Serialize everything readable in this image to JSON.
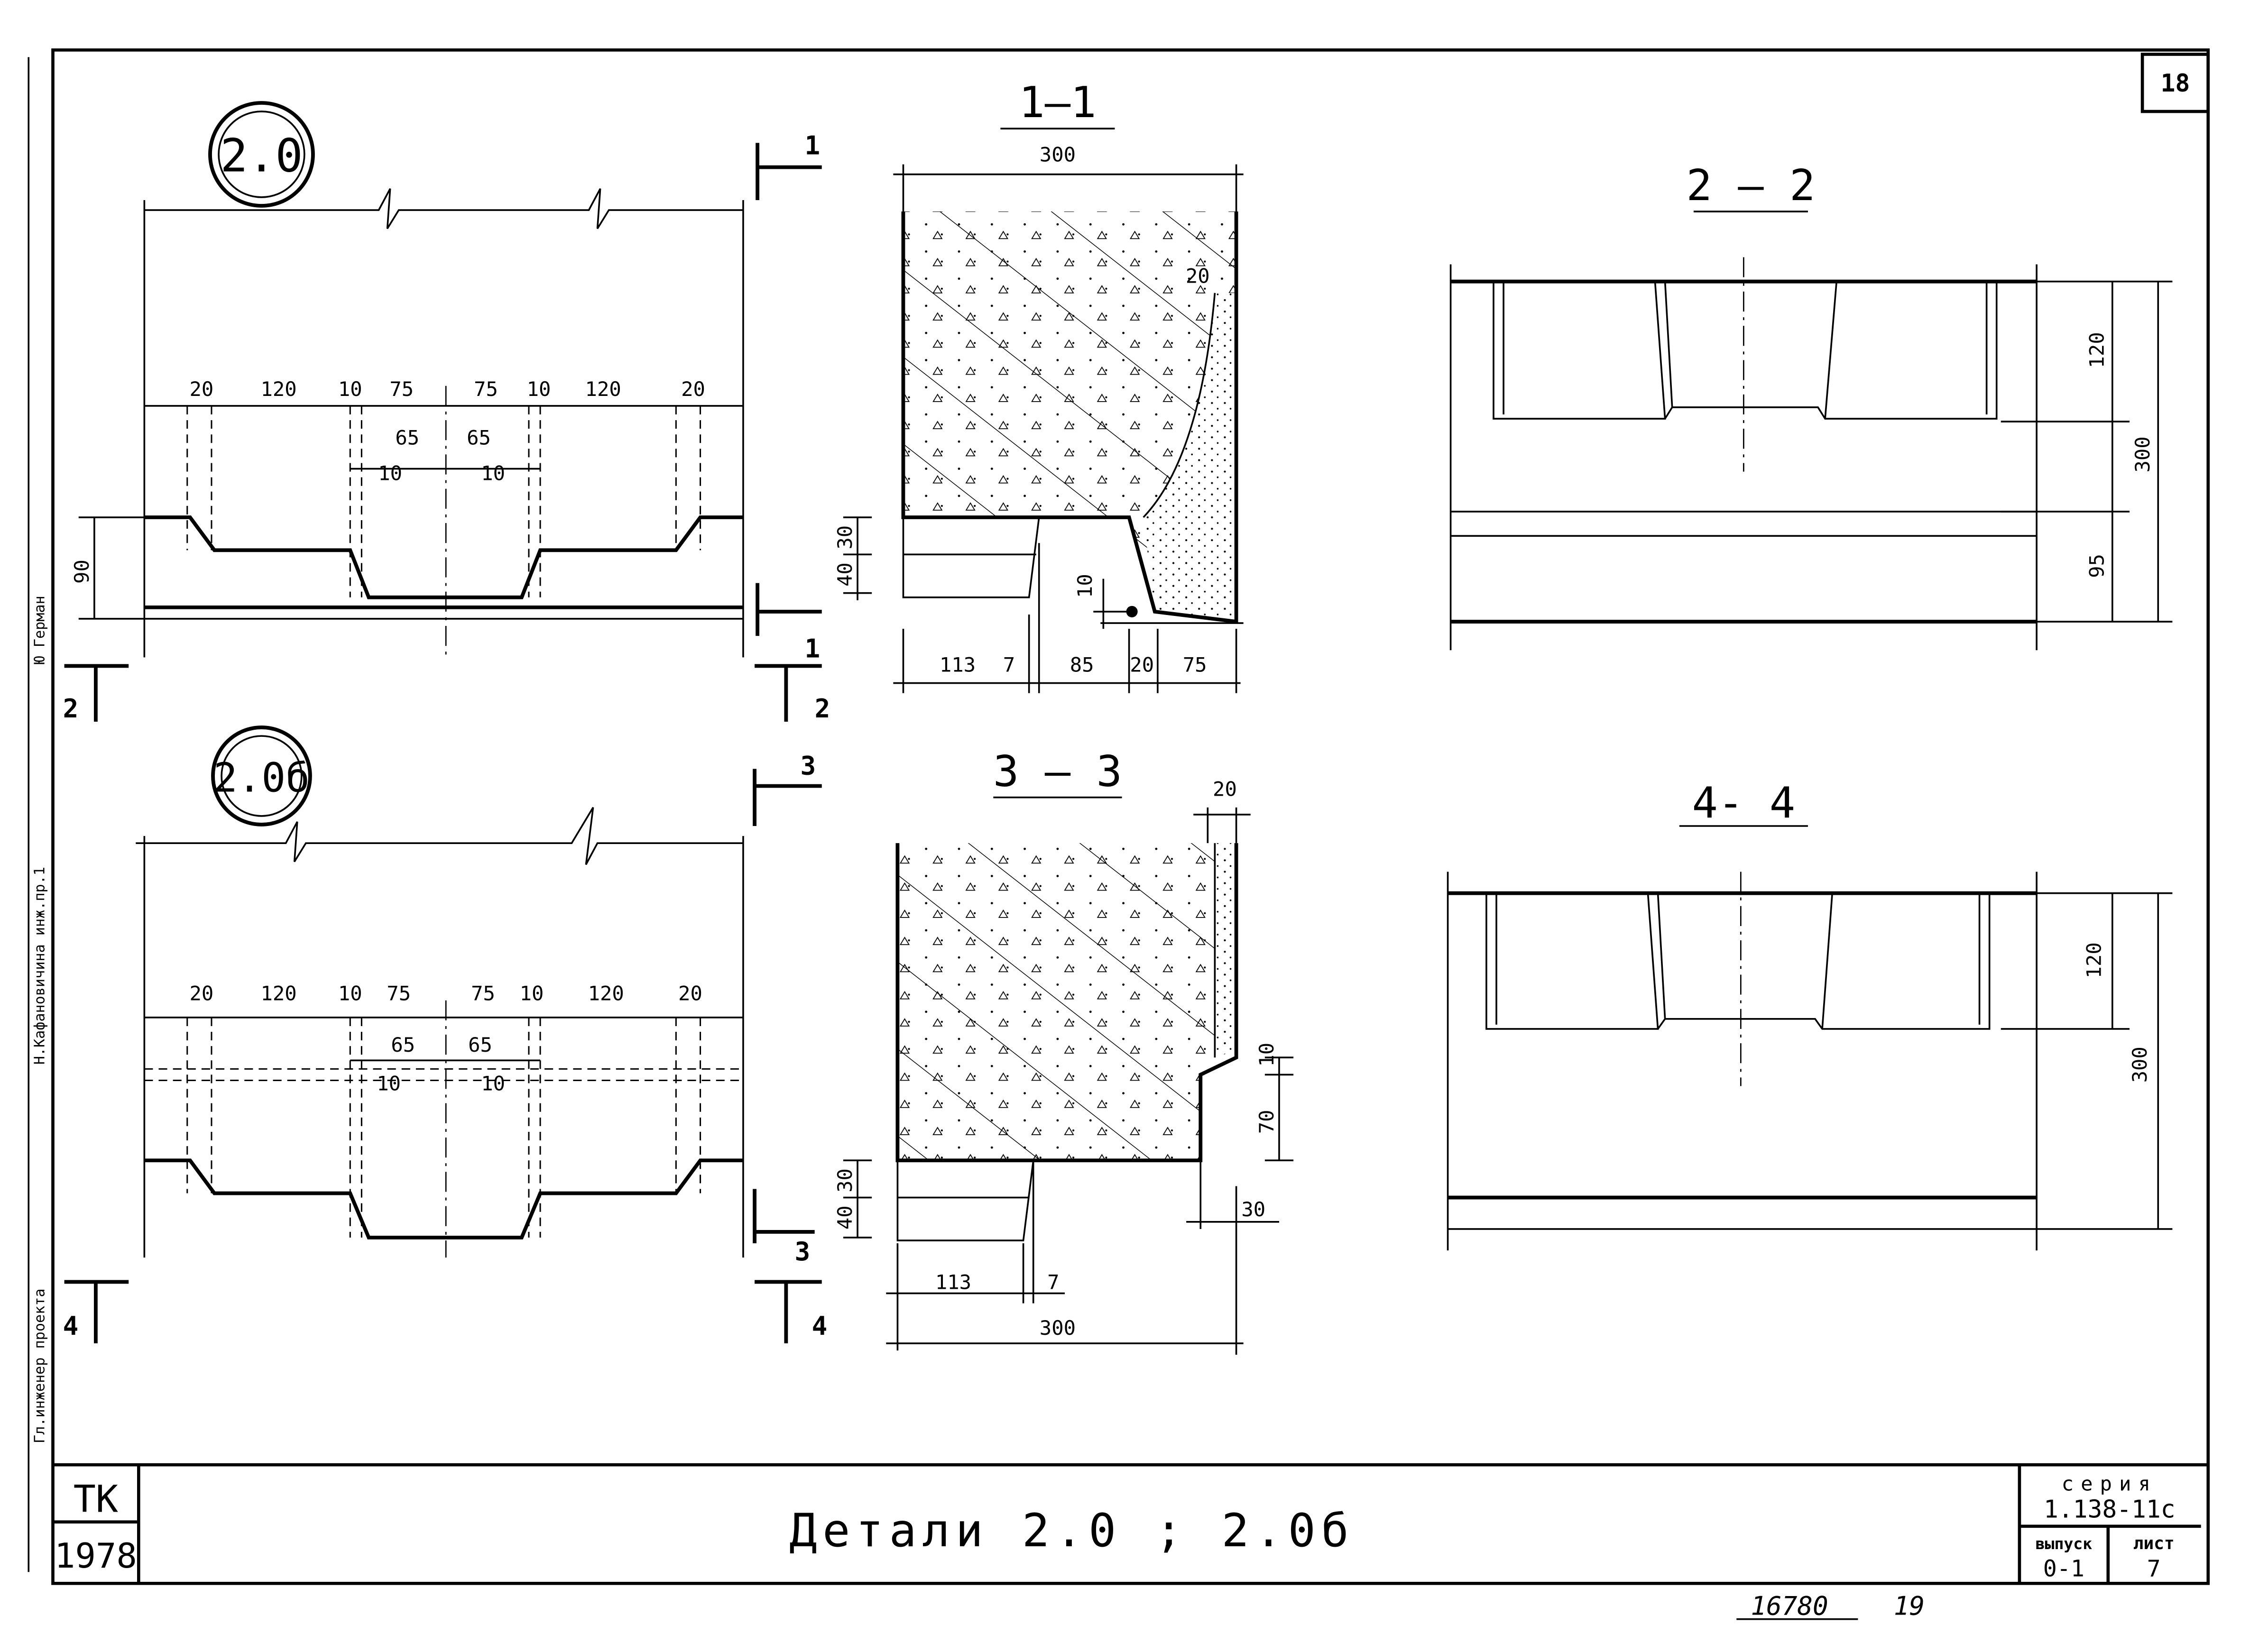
{
  "sheet_number": "18",
  "margin_text": [
    "Ю Герман",
    "Н.Кафановичина инж.пр.1",
    "Гл.инженер проекта"
  ],
  "detail_2_0": {
    "label": "2.0",
    "dims_top": [
      "20",
      "120",
      "10",
      "75",
      "75",
      "10",
      "120",
      "20"
    ],
    "dims_inner": [
      "65",
      "65"
    ],
    "dims_inner2": [
      "10",
      "10"
    ],
    "height": "90",
    "sections": [
      "1",
      "1",
      "2",
      "2"
    ]
  },
  "detail_2_0b": {
    "label": "2.0б",
    "dims_top": [
      "20",
      "120",
      "10",
      "75",
      "75",
      "10",
      "120",
      "20"
    ],
    "dims_inner": [
      "65",
      "65"
    ],
    "dims_inner2": [
      "10",
      "10"
    ],
    "sections": [
      "3",
      "3",
      "4",
      "4"
    ]
  },
  "section_1_1": {
    "title": "1—1",
    "width": "300",
    "side": "20",
    "left_dims": [
      "30",
      "40"
    ],
    "small": "10",
    "bottom_dims": [
      "113",
      "7",
      "85",
      "20",
      "75"
    ]
  },
  "section_3_3": {
    "title": "3 — 3",
    "side": "20",
    "left_dims": [
      "30",
      "40"
    ],
    "right_dims": [
      "10",
      "70",
      "30"
    ],
    "bottom_dims": [
      "113",
      "7"
    ],
    "width": "300"
  },
  "section_2_2": {
    "title": "2 — 2",
    "dims": [
      "120",
      "300",
      "95"
    ]
  },
  "section_4_4": {
    "title": "4- 4",
    "dims": [
      "120",
      "300"
    ]
  },
  "title_block": {
    "org": "ТК",
    "year": "1978",
    "title": "Детали 2.0 ; 2.0б",
    "series_label": "серия",
    "series": "1.138-11с",
    "issue_label": "выпуск",
    "issue": "0-1",
    "sheet_label": "лист",
    "sheet": "7"
  },
  "archive_number": "16780",
  "archive_suffix": "19"
}
